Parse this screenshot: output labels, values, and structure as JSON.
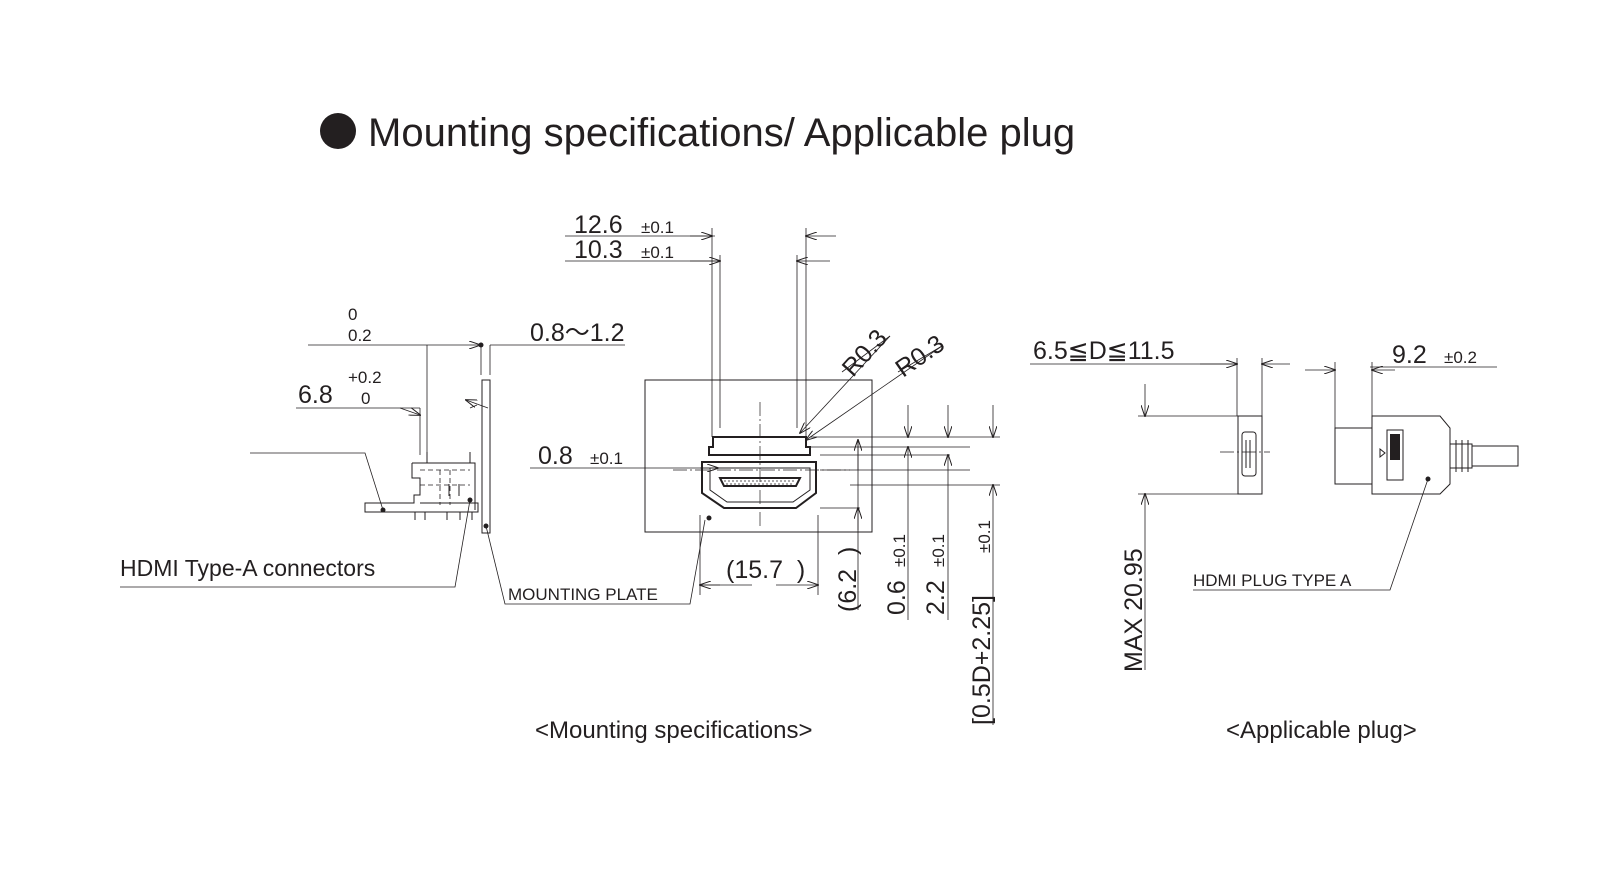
{
  "title": "Mounting specifications/ Applicable plug",
  "side_view": {
    "tol_0_top": "0",
    "tol_0_bottom": "0.2",
    "thickness_range": "0.8～1.2",
    "dim_6_8": "6.8",
    "tol_6_8_top": "+0.2",
    "tol_6_8_bottom": "0",
    "connector_label": "HDMI Type-A connectors",
    "plate_label": "MOUNTING PLATE"
  },
  "front_view": {
    "dim_12_6": "12.6",
    "tol_12_6": "±0.1",
    "dim_10_3": "10.3",
    "tol_10_3": "±0.1",
    "radius_1": "R0.3",
    "radius_2": "R0.3",
    "dim_0_8": "0.8",
    "tol_0_8": "±0.1",
    "dim_15_7": "(15.7  )",
    "dim_6_2": "(6.2  )",
    "dim_0_6": "0.6",
    "tol_0_6": "±0.1",
    "dim_2_2": "2.2",
    "tol_2_2": "±0.1",
    "dim_formula": "[0.5D+2.25]",
    "tol_formula": "±0.1",
    "caption": "<Mounting specifications>"
  },
  "plug_view": {
    "dim_range": "6.5≦D≦11.5",
    "dim_9_2": "9.2",
    "tol_9_2": "±0.2",
    "dim_max": "MAX 20.95",
    "plug_label": "HDMI PLUG TYPE A",
    "caption": "<Applicable plug>"
  }
}
